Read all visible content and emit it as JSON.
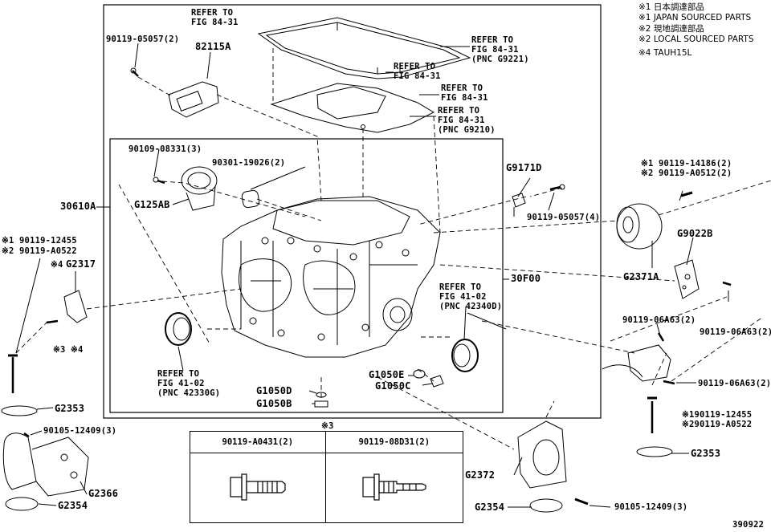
{
  "notes": [
    "※1 日本調達部品",
    "※1 JAPAN SOURCED PARTS",
    "※2 現地調達部品",
    "※2 LOCAL SOURCED PARTS",
    "※4 TAUH15L"
  ],
  "refs": {
    "refer_to": "REFER TO",
    "fig_84_31": "FIG 84-31",
    "fig_41_02": "FIG 41-02",
    "pnc_g9221": "(PNC G9221)",
    "pnc_g9210": "(PNC G9210)",
    "pnc_42340d": "(PNC 42340D)",
    "pnc_42330g": "(PNC 42330G)"
  },
  "parts": {
    "p90119_05057_2": "90119-05057(2)",
    "p82115a": "82115A",
    "p90109_08331_3": "90109-08331(3)",
    "p90301_19026_2": "90301-19026(2)",
    "p30610a": "30610A",
    "pg125ab": "G125AB",
    "pg9171d": "G9171D",
    "p90119_05057_4": "90119-05057(4)",
    "p30f00": "30F00",
    "p1_90119_14186_2": "※1 90119-14186(2)",
    "p2_90119_a0512_2": "※2 90119-A0512(2)",
    "pg9022b": "G9022B",
    "pg2371a": "G2371A",
    "p90119_06a63_2_a": "90119-06A63(2)",
    "p90119_06a63_2_b": "90119-06A63(2)",
    "p90119_06a63_2_c": "90119-06A63(2)",
    "p1_90119_12455_l": "※1 90119-12455",
    "p2_90119_a0522_l": "※2 90119-A0522",
    "p4": "※4",
    "pg2317": "G2317",
    "p3_4": "※3 ※4",
    "pg2353_l": "G2353",
    "p90105_12409_3_l": "90105-12409(3)",
    "pg2366": "G2366",
    "pg2354_l": "G2354",
    "pg1050e": "G1050E",
    "pg1050c": "G1050C",
    "pg1050d": "G1050D",
    "pg1050b": "G1050B",
    "p1_90119_12455_r": "※190119-12455",
    "p2_90119_a0522_r": "※290119-A0522",
    "pg2353_r": "G2353",
    "pg2372": "G2372",
    "pg2354_r": "G2354",
    "p90105_12409_3_r": "90105-12409(3)"
  },
  "legend_table": {
    "title": "※3",
    "col1": "90119-A0431(2)",
    "col2": "90119-08D31(2)"
  },
  "figure_number": "390922"
}
